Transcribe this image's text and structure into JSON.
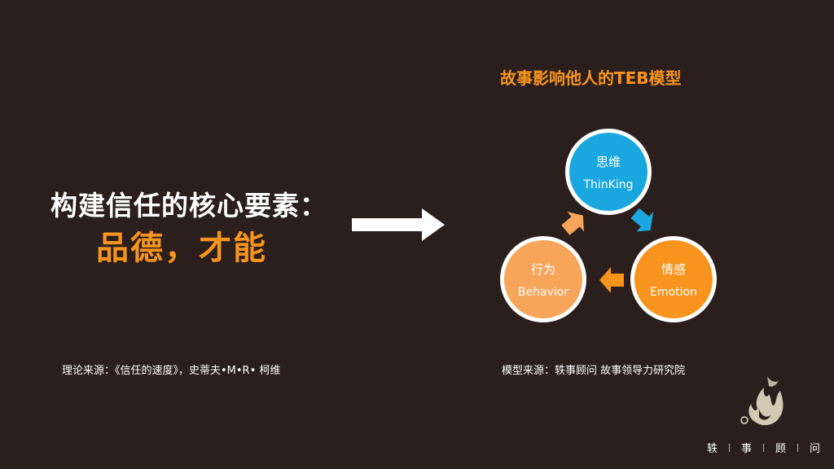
{
  "headline": "构建信任的核心要素：",
  "subline": "品德，才能",
  "model_title": "故事影响他人的TEB模型",
  "circles": {
    "thinking": {
      "cn": "思维",
      "en": "ThinKing"
    },
    "emotion": {
      "cn": "情感",
      "en": "Emotion"
    },
    "behavior": {
      "cn": "行为",
      "en": "Behavior"
    }
  },
  "source_left": "理论来源：《信任的速度》，史蒂夫•M•R• 柯维",
  "source_right": "模型来源：轶事顾问 故事领导力研究院",
  "brand": [
    "轶",
    "事",
    "顾",
    "问"
  ],
  "colors": {
    "background": "#2a1f1c",
    "accent_orange": "#f7941d",
    "accent_blue": "#1aa7e0",
    "light_orange": "#f7a55a"
  }
}
